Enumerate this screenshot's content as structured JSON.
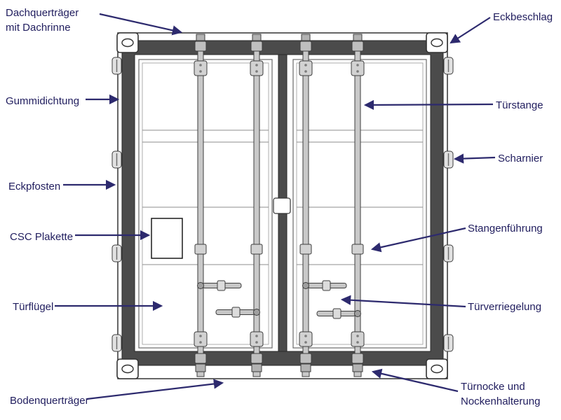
{
  "figure": {
    "type": "container-end-view-diagram",
    "background": "#ffffff"
  },
  "colors": {
    "arrow": "#2d2a6e",
    "label_text": "#201d5e",
    "frame_gray": "#4b4b4b",
    "rod_gray": "#c9c9c9"
  },
  "labels": {
    "dachquertraeger": {
      "line1": "Dachquerträger",
      "line2": "mit Dachrinne"
    },
    "eckbeschlag": {
      "text": "Eckbeschlag"
    },
    "gummidichtung": {
      "text": "Gummidichtung"
    },
    "tuerstange": {
      "text": "Türstange"
    },
    "scharnier": {
      "text": "Scharnier"
    },
    "eckpfosten": {
      "text": "Eckpfosten"
    },
    "csc_plakette": {
      "text": "CSC Plakette"
    },
    "stangenfuehrung": {
      "text": "Stangenführung"
    },
    "tuerfluegel": {
      "text": "Türflügel"
    },
    "tuerverriegelung": {
      "text": "Türverriegelung"
    },
    "bodenquertraeger": {
      "text": "Bodenquerträger"
    },
    "tuernocke": {
      "line1": "Türnocke und",
      "line2": "Nockenhalterung"
    }
  }
}
